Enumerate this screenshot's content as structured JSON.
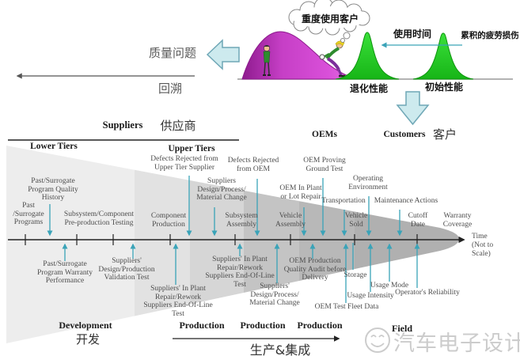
{
  "top": {
    "quality_issue": "质量问题",
    "trace_back": "回溯",
    "heavy_user_cloud": "重度使用客户",
    "usage_time": "使用时间",
    "accumulated_fatigue": "累积的疲劳损伤",
    "degraded_performance": "退化性能",
    "initial_performance": "初始性能"
  },
  "headers": {
    "suppliers": "Suppliers",
    "suppliers_cn": "供应商",
    "lower_tiers": "Lower Tiers",
    "upper_tiers": "Upper Tiers",
    "oems": "OEMs",
    "customers": "Customers",
    "customers_cn": "客户"
  },
  "timeline": {
    "time_note": "Time\n(Not to\nScale)",
    "above": {
      "past_programs": "Past\n/Surrogate\nPrograms",
      "program_quality_history": "Past/Surrogate\nProgram Quality\nHistory",
      "subsystem_preproduction": "Subsystem/Component\nPre-production Testing",
      "component_production": "Component\nProduction",
      "defects_upper_tier": "Defects Rejected from\nUpper Tier Supplier",
      "suppliers_design_change_above": "Suppliers\nDesign/Process/\nMaterial Change",
      "defects_oem": "Defects Rejected\nfrom OEM",
      "subsystem_assembly": "Subsystem\nAssembly",
      "oem_in_plant": "OEM In Plant\nor Lot Repair",
      "vehicle_assembly": "Vehicle\nAssembly",
      "oem_proving": "OEM Proving\nGround Test",
      "operating_environment": "Operating\nEnvironment",
      "transportation": "Transportation",
      "maintenance_actions": "Maintenance Actions",
      "vehicle_sold": "Vehicle\nSold",
      "cutoff_date": "Cutoff\nDate",
      "warranty_coverage": "Warranty\nCoverage"
    },
    "below": {
      "warranty_performance": "Past/Surrogate\nProgram Warranty\nPerformance",
      "design_validation": "Suppliers'\nDesign/Production\nValidation Test",
      "in_plant_1": "Suppliers' In Plant\nRepair/Rework\nSuppliers End-Of-Line\nTest",
      "in_plant_2": "Suppliers' In Plant\nRepair/Rework\nSuppliers End-Of-Line\nTest",
      "suppliers_design_change_below": "Suppliers'\nDesign/Process/\nMaterial Change",
      "oem_quality_audit": "OEM Production\nQuality Audit before\nDelivery",
      "storage": "Storage",
      "oem_test_fleet": "OEM Test Fleet Data",
      "usage_intensity": "Usage Intensity",
      "usage_mode": "Usage Mode",
      "operators_reliability": "Operator's Reliability"
    }
  },
  "phases": {
    "development": "Development",
    "development_cn": "开发",
    "production_1": "Production",
    "production_2": "Production",
    "production_3": "Production",
    "field": "Field",
    "production_integration_cn": "生产&集成"
  },
  "watermark": {
    "text": "汽车电子设计"
  },
  "colors": {
    "teal_arrow": "#3aa3b8",
    "cyan_block": "#cdeaee",
    "green_peak": "#2fd42f",
    "magenta_mountain": "#c63fc6",
    "funnel_gray_light": "#ededed",
    "funnel_gray_dark": "#b0b0b0",
    "label_gray": "#4d4d4d",
    "watermark_gray": "#cccccc"
  }
}
